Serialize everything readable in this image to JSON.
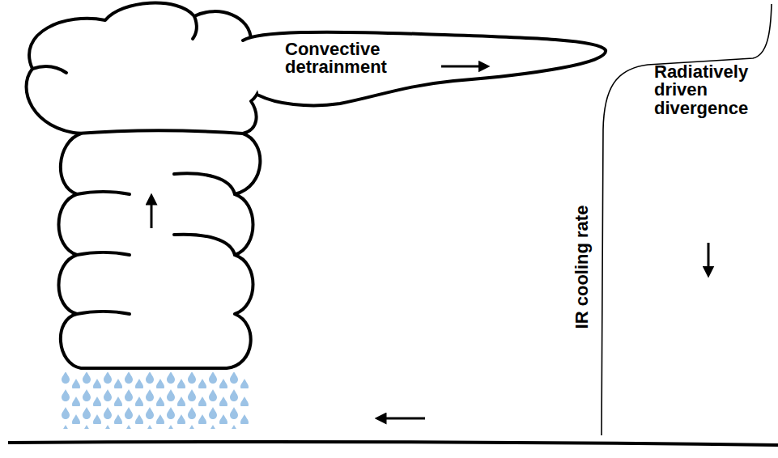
{
  "diagram": {
    "nodes": [
      {
        "text": [
          "Convective detrainment"
        ]
      }
    ],
    "labels": [
      "Radiatively driven divergence",
      "IR cooling rate"
    ]
  }
}
